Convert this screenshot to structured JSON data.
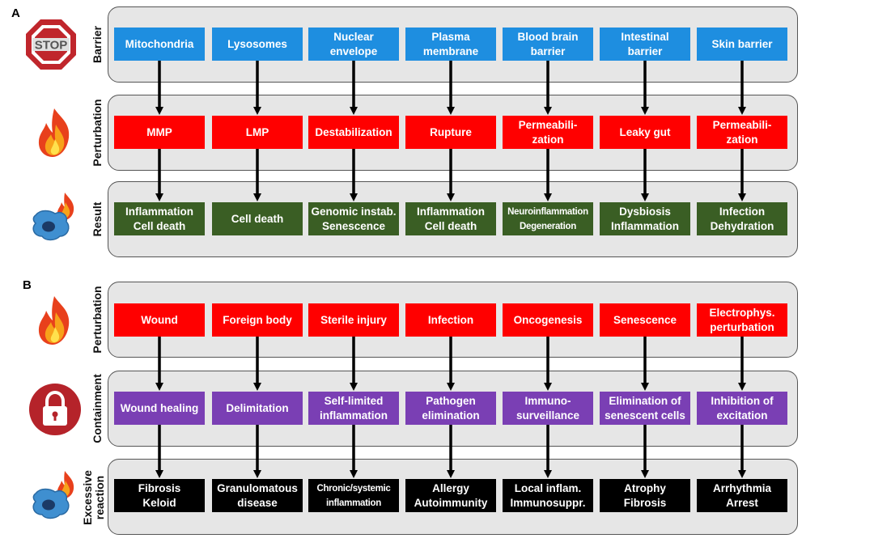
{
  "panels": [
    {
      "letter": "A",
      "rows": [
        {
          "label": "Barrier",
          "color": "blue",
          "items": [
            "Mitochondria",
            "Lysosomes",
            "Nuclear\nenvelope",
            "Plasma\nmembrane",
            "Blood brain\nbarrier",
            "Intestinal\nbarrier",
            "Skin barrier"
          ]
        },
        {
          "label": "Perturbation",
          "color": "red",
          "items": [
            "MMP",
            "LMP",
            "Destabilization",
            "Rupture",
            "Permeabili-\nzation",
            "Leaky gut",
            "Permeabili-\nzation"
          ]
        },
        {
          "label": "Result",
          "color": "green",
          "items": [
            "Inflammation\nCell death",
            "Cell death",
            "Genomic instab.\nSenescence",
            "Inflammation\nCell death",
            "Neuroinflammation\nDegeneration",
            "Dysbiosis\nInflammation",
            "Infection\nDehydration"
          ]
        }
      ]
    },
    {
      "letter": "B",
      "rows": [
        {
          "label": "Perturbation",
          "color": "red",
          "items": [
            "Wound",
            "Foreign body",
            "Sterile injury",
            "Infection",
            "Oncogenesis",
            "Senescence",
            "Electrophys.\nperturbation"
          ]
        },
        {
          "label": "Containment",
          "color": "purple",
          "items": [
            "Wound healing",
            "Delimitation",
            "Self-limited\ninflammation",
            "Pathogen\nelimination",
            "Immuno-\nsurveillance",
            "Elimination of\nsenescent cells",
            "Inhibition of\nexcitation"
          ]
        },
        {
          "label": "Excessive\nreaction",
          "color": "black",
          "items": [
            "Fibrosis\nKeloid",
            "Granulomatous\ndisease",
            "Chronic/systemic\ninflammation",
            "Allergy\nAutoimmunity",
            "Local inflam.\nImmunosuppr.",
            "Atrophy\nFibrosis",
            "Arrhythmia\nArrest"
          ]
        }
      ]
    }
  ],
  "icons": {
    "stop_sign_text": "STOP",
    "stop_color": "#c0262c",
    "flame_color": "#e8401c",
    "lock_color": "#b5232a",
    "cell_color": "#3f8fd0"
  }
}
